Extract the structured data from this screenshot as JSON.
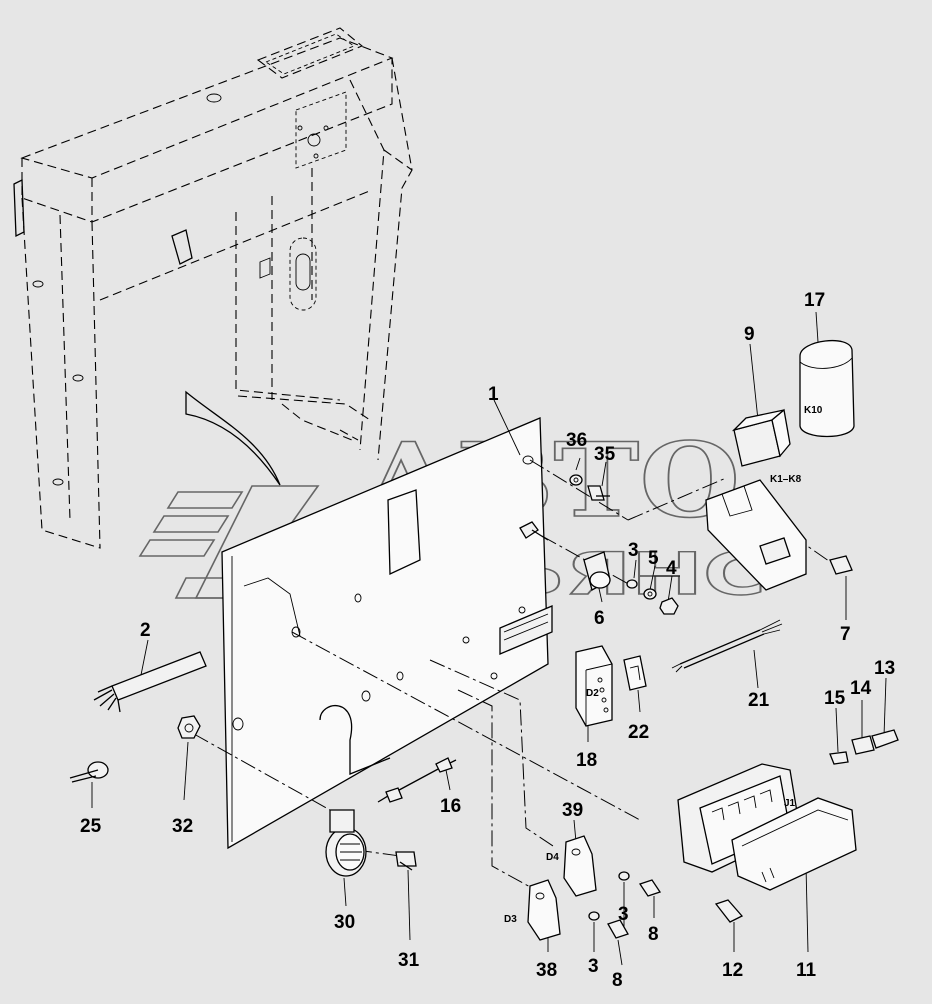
{
  "watermark": {
    "line1": "АВТО",
    "line2": "АЛЬЯНС"
  },
  "callouts": [
    {
      "id": "c1",
      "text": "1"
    },
    {
      "id": "c2",
      "text": "2"
    },
    {
      "id": "c3a",
      "text": "3"
    },
    {
      "id": "c3b",
      "text": "3"
    },
    {
      "id": "c3c",
      "text": "3"
    },
    {
      "id": "c4",
      "text": "4"
    },
    {
      "id": "c5",
      "text": "5"
    },
    {
      "id": "c6",
      "text": "6"
    },
    {
      "id": "c7",
      "text": "7"
    },
    {
      "id": "c8a",
      "text": "8"
    },
    {
      "id": "c8b",
      "text": "8"
    },
    {
      "id": "c9",
      "text": "9"
    },
    {
      "id": "c11",
      "text": "11"
    },
    {
      "id": "c12",
      "text": "12"
    },
    {
      "id": "c13",
      "text": "13"
    },
    {
      "id": "c14",
      "text": "14"
    },
    {
      "id": "c15",
      "text": "15"
    },
    {
      "id": "c16",
      "text": "16"
    },
    {
      "id": "c17",
      "text": "17"
    },
    {
      "id": "c18",
      "text": "18"
    },
    {
      "id": "c21",
      "text": "21"
    },
    {
      "id": "c22",
      "text": "22"
    },
    {
      "id": "c25",
      "text": "25"
    },
    {
      "id": "c30",
      "text": "30"
    },
    {
      "id": "c31",
      "text": "31"
    },
    {
      "id": "c32",
      "text": "32"
    },
    {
      "id": "c35",
      "text": "35"
    },
    {
      "id": "c36",
      "text": "36"
    },
    {
      "id": "c38",
      "text": "38"
    },
    {
      "id": "c39",
      "text": "39"
    }
  ],
  "part_codes": {
    "k10": "K10",
    "k1_k8": "K1–K8",
    "d2": "D2",
    "d3": "D3",
    "d4": "D4",
    "j1": "J1"
  }
}
